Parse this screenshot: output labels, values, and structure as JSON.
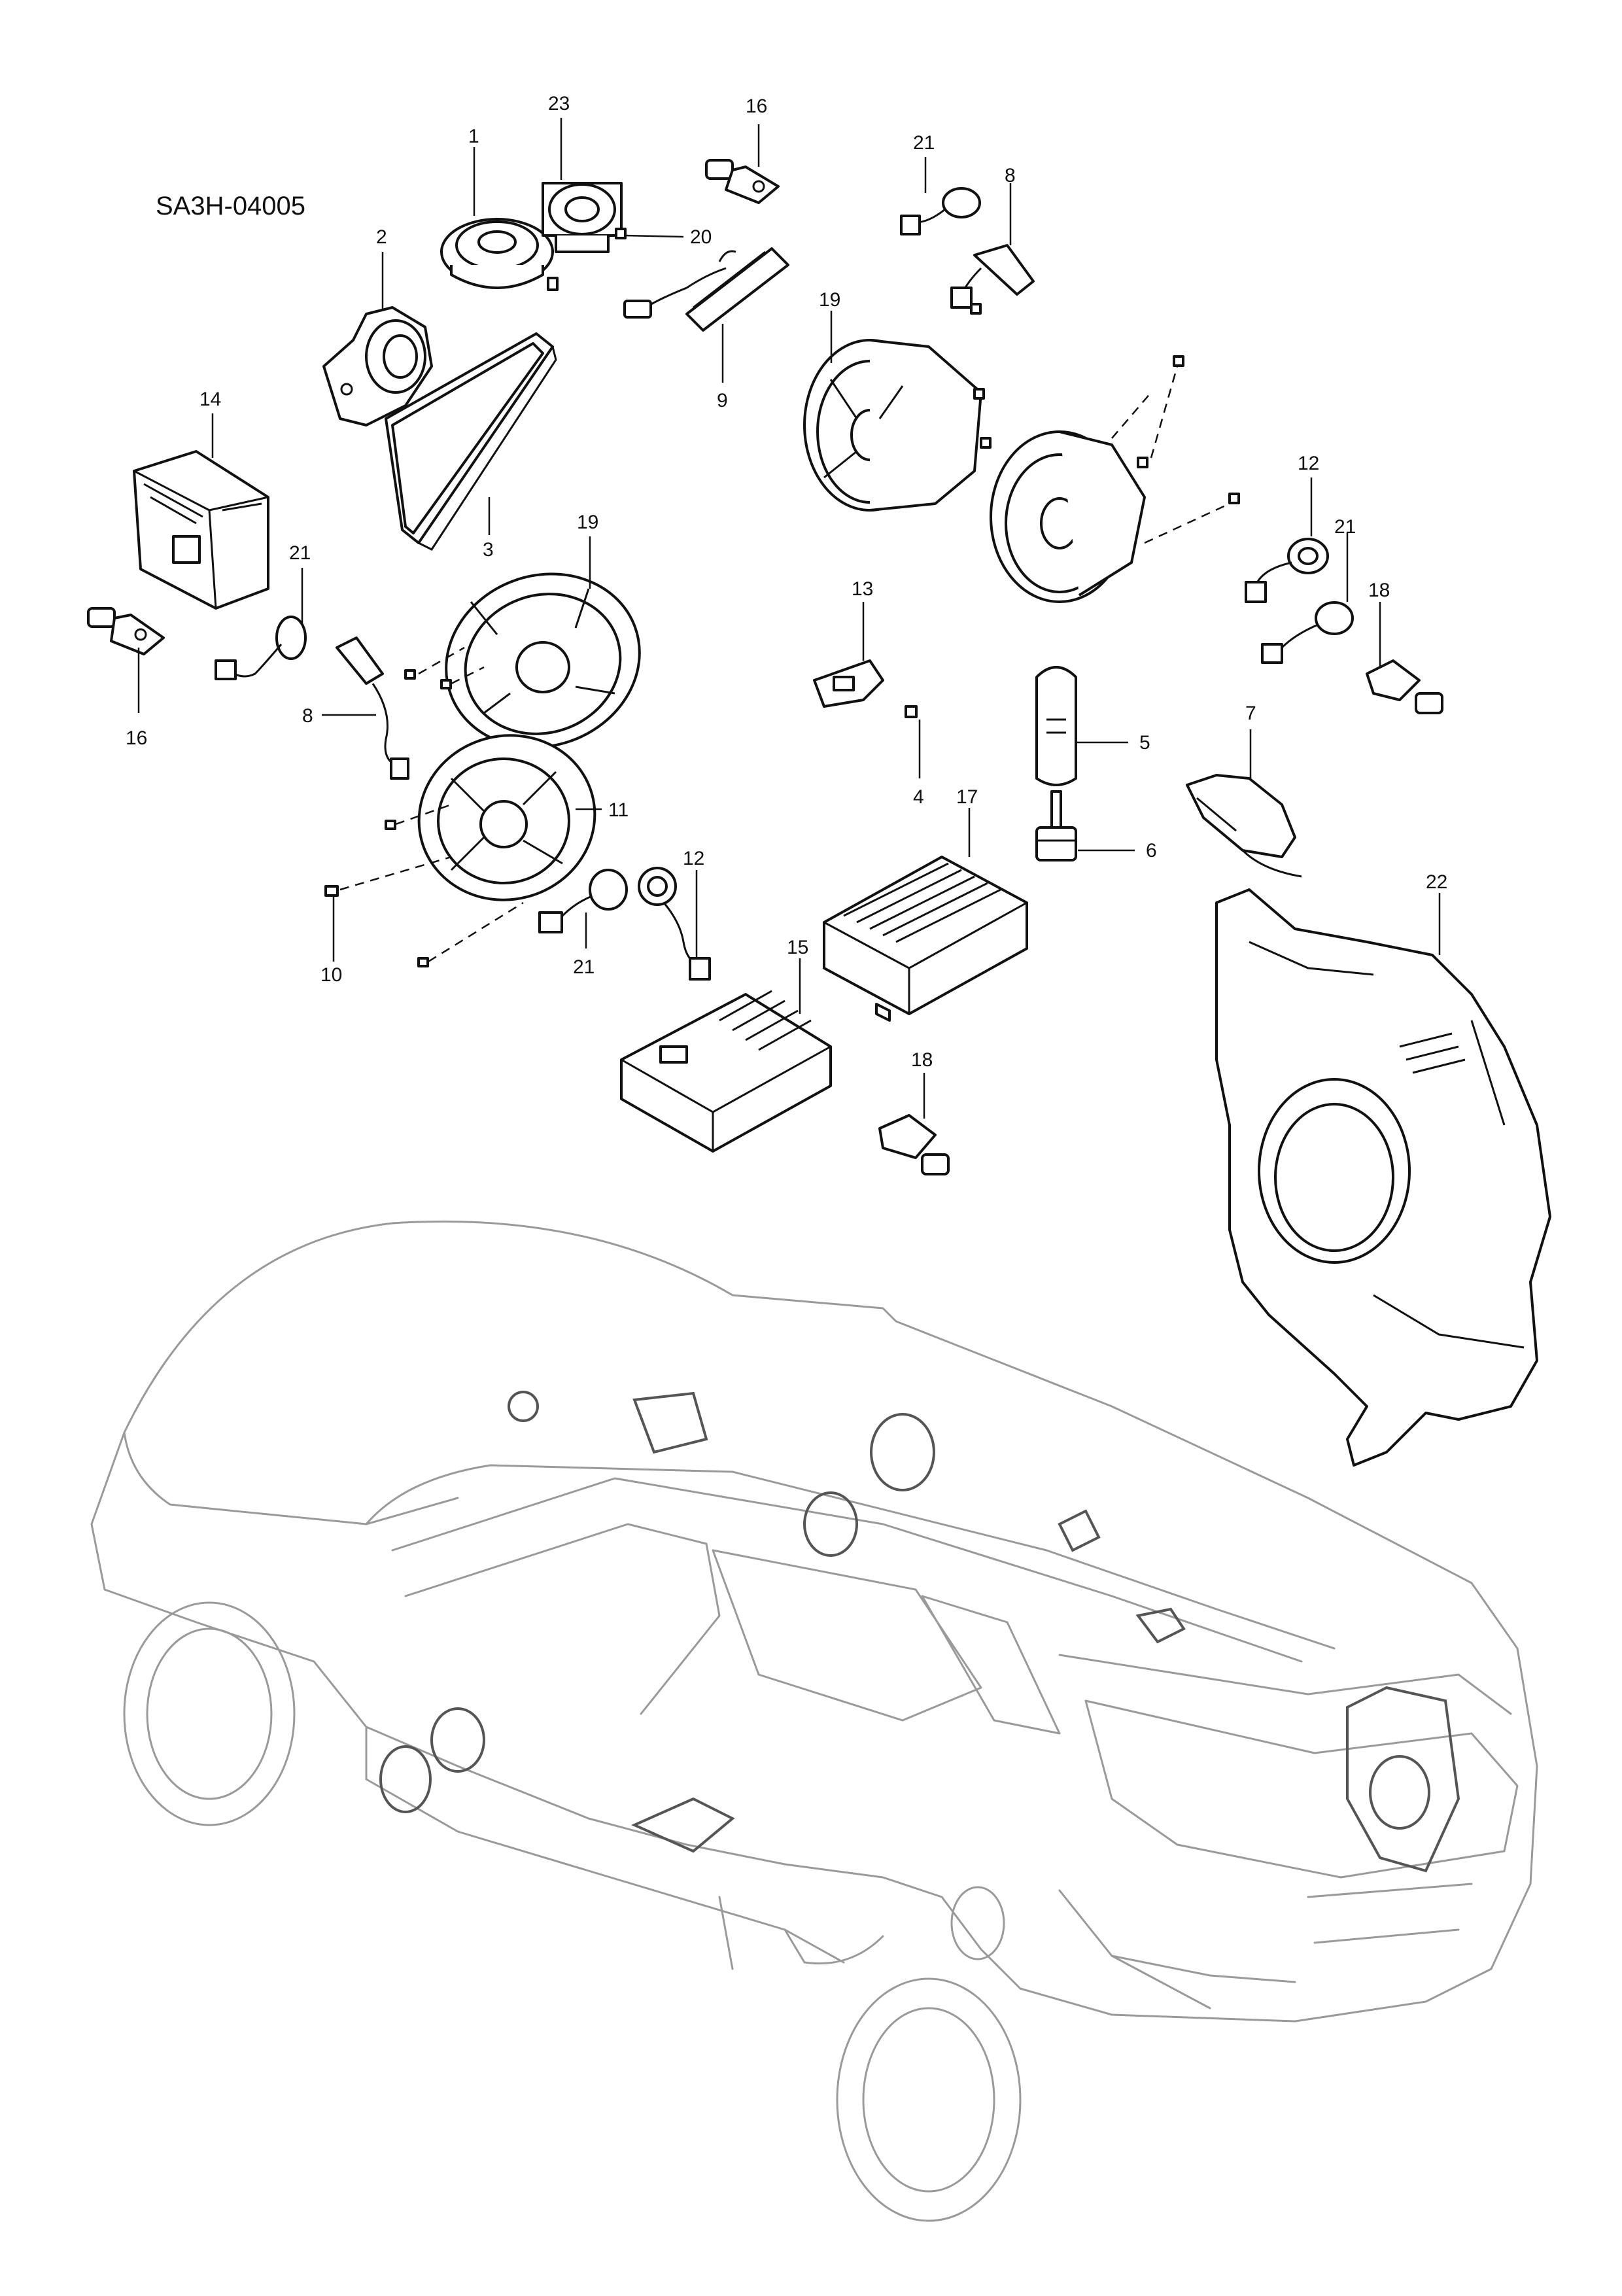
{
  "diagram_code": "SA3H-04005",
  "callouts": {
    "c1": "1",
    "c2": "2",
    "c3": "3",
    "c4": "4",
    "c5": "5",
    "c6": "6",
    "c7": "7",
    "c8a": "8",
    "c8b": "8",
    "c9": "9",
    "c10": "10",
    "c11": "11",
    "c12a": "12",
    "c12b": "12",
    "c13": "13",
    "c14": "14",
    "c15": "15",
    "c16a": "16",
    "c16b": "16",
    "c17": "17",
    "c18a": "18",
    "c18b": "18",
    "c19a": "19",
    "c19b": "19",
    "c20": "20",
    "c21a": "21",
    "c21b": "21",
    "c21c": "21",
    "c21d": "21",
    "c22": "22",
    "c23": "23"
  },
  "colors": {
    "line": "#111111",
    "car_outline": "#9a9a9a",
    "background": "#ffffff"
  }
}
